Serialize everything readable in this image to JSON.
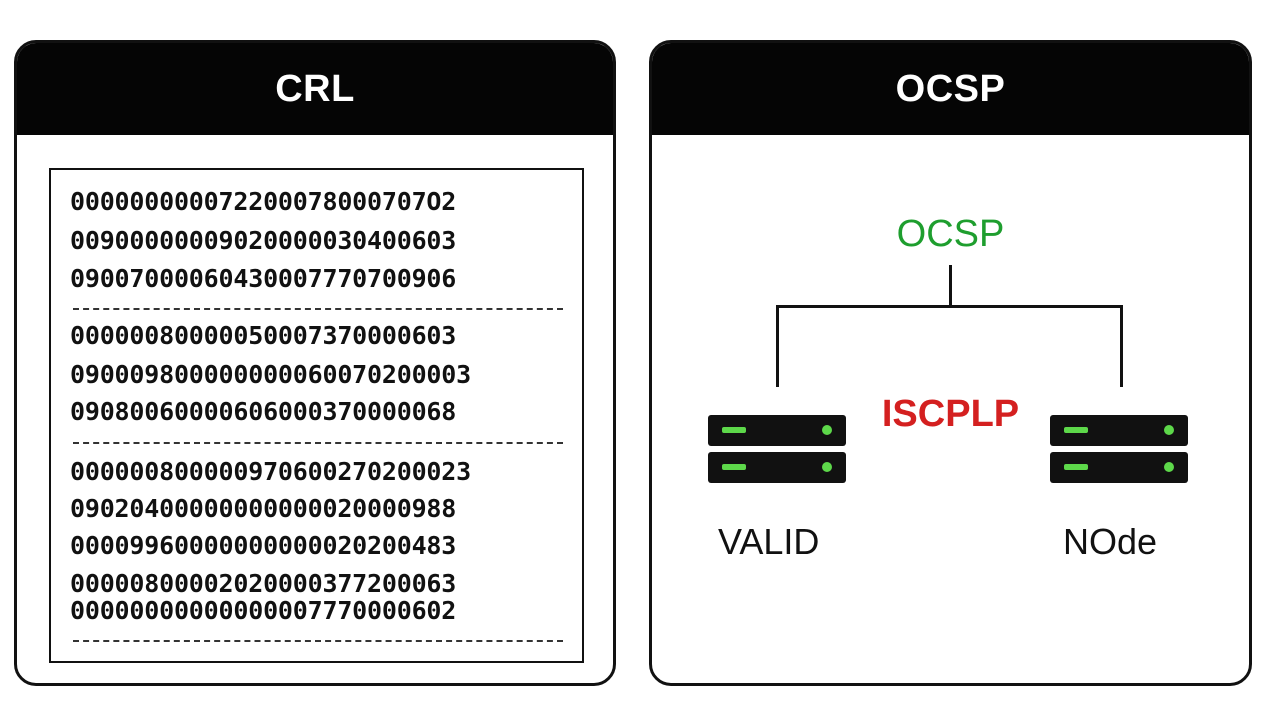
{
  "crl": {
    "title": "CRL",
    "rows": [
      "000000000072200078000707O2",
      "00900000009020000030400603",
      "09007000060430007770700906",
      "00000080000050007370000603",
      "09000980000000006007020000З",
      "09080060000606000370000068",
      "00000080000097060027020002З",
      "09020400000000000020000988",
      "00009960000000000020200483",
      "00000800002020000377200063",
      "00000000000000007770000602"
    ]
  },
  "ocsp": {
    "title": "OCSP",
    "node_label": "OCSP",
    "status_label": "ISCPLP",
    "left_server_caption": "VALID",
    "right_server_caption": "NOde"
  },
  "colors": {
    "header_bg": "#050505",
    "ocsp_node": "#1e9e2e",
    "status": "#d42020",
    "server_led": "#5dd84a"
  }
}
